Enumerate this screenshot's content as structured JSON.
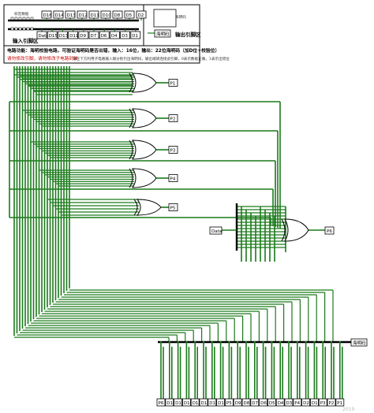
{
  "header": {
    "top_left_caption": "标签数据",
    "top_pins": [
      "D16",
      "D14",
      "D13",
      "D12",
      "D11",
      "D10",
      "D8",
      "D5",
      "D2"
    ],
    "bottom_pins": [
      "Data",
      "D15",
      "D13",
      "D11",
      "D9",
      "D7",
      "D6",
      "D4",
      "D3",
      "D1"
    ],
    "input_caption": "输入引脚区",
    "right_sub_caption": "海明码",
    "right_pin": "海明码",
    "output_caption": "输出引脚区"
  },
  "notes": {
    "line1_black": "电路功能：海明校验电路，可验证海明码是否出错，输入：16位，输出：22位海明码（加D位+校验位）",
    "line2_red": "请勿修改引脚，请勿修改子电路封装",
    "line2_black": "请在下方利用子电路输入端分别引出海明码，输出端请连接此引脚，0表示数据正确，1表示出错位"
  },
  "gates": {
    "outputs": [
      "P1",
      "P2",
      "P3",
      "P4",
      "P5"
    ],
    "parity_label": "P6",
    "data_tunnel": "Data"
  },
  "bottom_row": {
    "pins": [
      "P6",
      "D16",
      "D15",
      "D14",
      "D13",
      "D12",
      "D11",
      "D10",
      "P5",
      "D9",
      "D8",
      "D7",
      "D6",
      "D5",
      "D4",
      "D3",
      "P4",
      "D2",
      "D1",
      "P3",
      "P2",
      "P1"
    ],
    "output_tunnel": "海明码"
  },
  "watermark": "2019"
}
